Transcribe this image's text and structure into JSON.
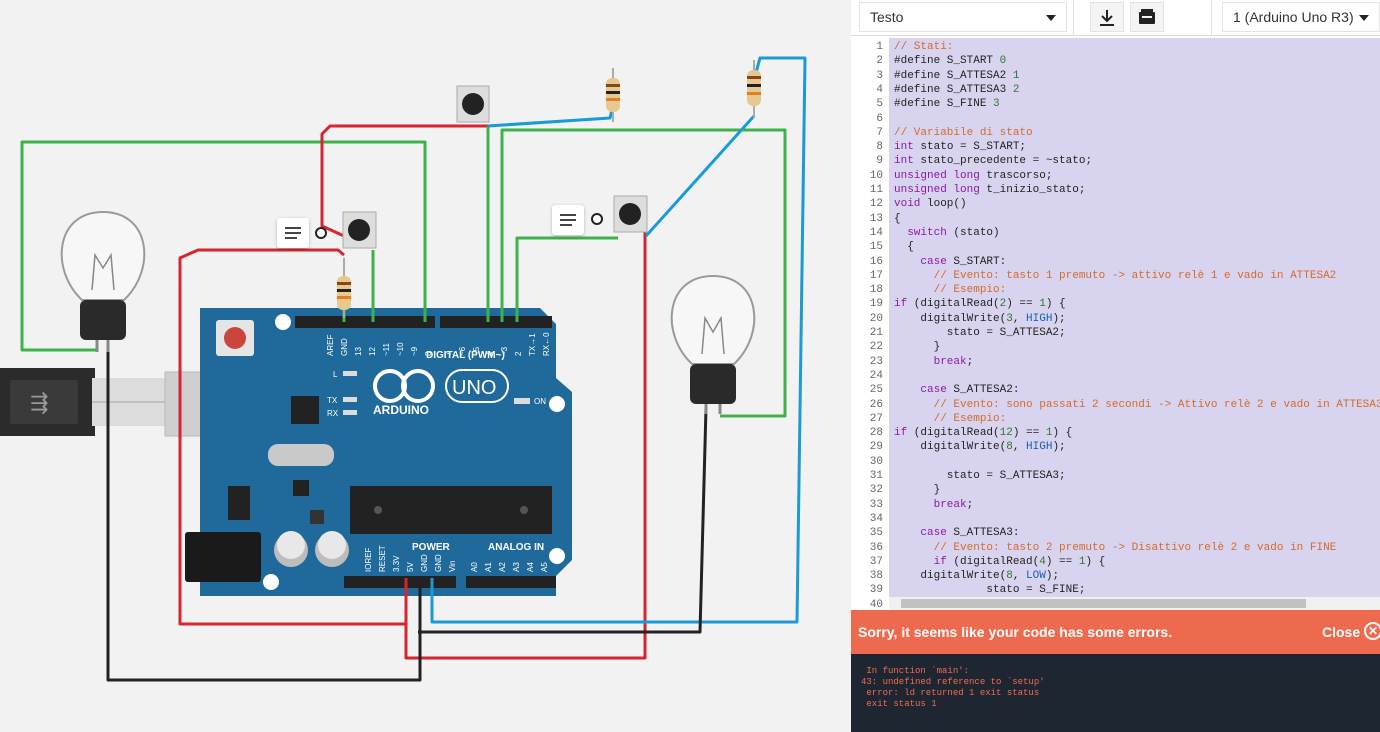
{
  "toolbar": {
    "mode_select": "Testo",
    "device_select": "1 (Arduino Uno R3)",
    "download_icon": "download-icon",
    "library_icon": "library-icon"
  },
  "board": {
    "logo_text": "ARDUINO",
    "model_text": "UNO",
    "digital_label": "DIGITAL (PWM~)",
    "power_label": "POWER",
    "analog_label": "ANALOG IN",
    "on_label": "ON",
    "l_label": "L",
    "tx_label": "TX",
    "rx_label": "RX",
    "digital_pins": [
      "AREF",
      "GND",
      "13",
      "12",
      "~11",
      "~10",
      "~9",
      "8",
      "7",
      "~6",
      "~5",
      "4",
      "~3",
      "2",
      "TX→1",
      "RX←0"
    ],
    "power_pins": [
      "IOREF",
      "RESET",
      "3.3V",
      "5V",
      "GND",
      "GND",
      "Vin"
    ],
    "analog_pins": [
      "A0",
      "A1",
      "A2",
      "A3",
      "A4",
      "A5"
    ]
  },
  "editor": {
    "lines": [
      "// Stati:",
      "#define S_START 0",
      "#define S_ATTESA2 1",
      "#define S_ATTESA3 2",
      "#define S_FINE 3",
      "",
      "// Variabile di stato",
      "int stato = S_START;",
      "int stato_precedente = ~stato;",
      "unsigned long trascorso;",
      "unsigned long t_inizio_stato;",
      "void loop()",
      "{",
      "  switch (stato)",
      "  {",
      "    case S_START:",
      "      // Evento: tasto 1 premuto -> attivo relè 1 e vado in ATTESA2",
      "      // Esempio:",
      "if (digitalRead(2) == 1) {",
      "    digitalWrite(3, HIGH);",
      "        stato = S_ATTESA2;",
      "      }",
      "      break;",
      "",
      "    case S_ATTESA2:",
      "      // Evento: sono passati 2 secondi -> Attivo relè 2 e vado in ATTESA3",
      "      // Esempio:",
      "if (digitalRead(12) == 1) {",
      "    digitalWrite(8, HIGH);",
      "",
      "        stato = S_ATTESA3;",
      "      }",
      "      break;",
      "",
      "    case S_ATTESA3:",
      "      // Evento: tasto 2 premuto -> Disattivo relè 2 e vado in FINE",
      "      if (digitalRead(4) == 1) {",
      "    digitalWrite(8, LOW);",
      "              stato = S_FINE;",
      ""
    ]
  },
  "error": {
    "message": "Sorry, it seems like your code has some errors.",
    "close_label": "Close",
    "close_icon": "✕"
  },
  "console": {
    "lines": [
      " In function `main':",
      "43: undefined reference to `setup'",
      " error: ld returned 1 exit status",
      " exit status 1"
    ]
  },
  "colors": {
    "board": "#1f6a9a",
    "wire_green": "#3fb14a",
    "wire_red": "#d3262e",
    "wire_blue": "#1a9ad6",
    "wire_black": "#222222",
    "editor_bg": "#d8d4ef",
    "error_bar": "#ee6a4f",
    "console_bg": "#1e2631",
    "keyword": "#8b1aa8",
    "comment": "#d46a2b"
  }
}
